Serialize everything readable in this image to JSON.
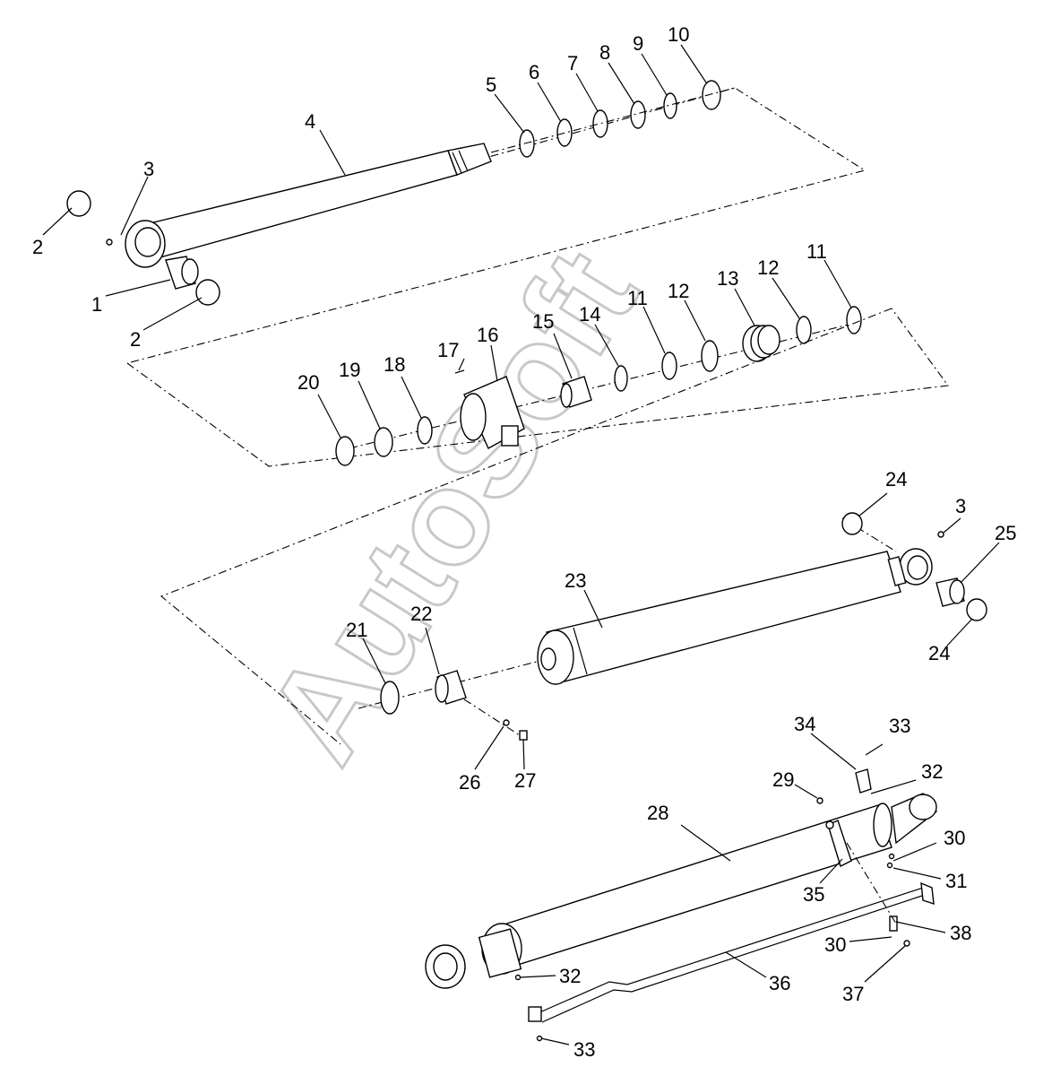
{
  "watermark": "AutoSoft",
  "callouts": {
    "c1": "1",
    "c2a": "2",
    "c2b": "2",
    "c3a": "3",
    "c3b": "3",
    "c4": "4",
    "c5": "5",
    "c6": "6",
    "c7": "7",
    "c8": "8",
    "c9": "9",
    "c10": "10",
    "c11a": "11",
    "c11b": "11",
    "c12a": "12",
    "c12b": "12",
    "c13": "13",
    "c14": "14",
    "c15": "15",
    "c16": "16",
    "c17": "17",
    "c18": "18",
    "c19": "19",
    "c20": "20",
    "c21": "21",
    "c22": "22",
    "c23": "23",
    "c24a": "24",
    "c24b": "24",
    "c25": "25",
    "c26": "26",
    "c27": "27",
    "c28": "28",
    "c29": "29",
    "c30a": "30",
    "c30b": "30",
    "c31": "31",
    "c32a": "32",
    "c32b": "32",
    "c33a": "33",
    "c33b": "33",
    "c34": "34",
    "c35": "35",
    "c36": "36",
    "c37": "37",
    "c38": "38"
  }
}
